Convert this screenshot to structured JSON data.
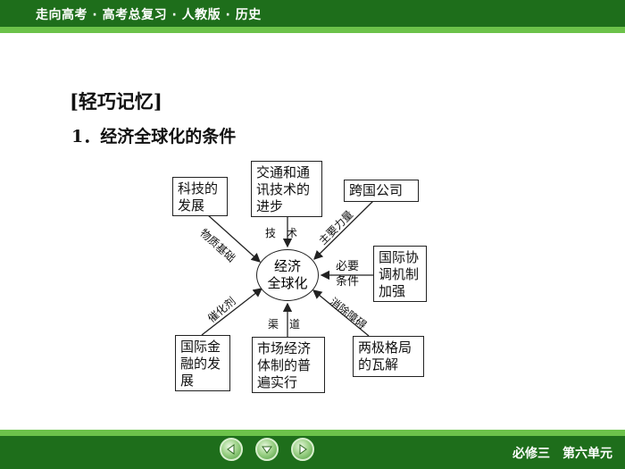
{
  "header": {
    "title": "走向高考 · 高考总复习 · 人教版 · 历史"
  },
  "content": {
    "section_label": "[轻巧记忆]",
    "heading": "1．经济全球化的条件"
  },
  "diagram": {
    "center": [
      "经济",
      "全球化"
    ],
    "nodes": {
      "tech_dev": "科技的\n发展",
      "transport": "交通和通\n讯技术的\n进步",
      "multinational": "跨国公司",
      "intl_coord": "国际协\n调机制\n加强",
      "intl_finance": "国际金\n融的发\n展",
      "market": "市场经济\n体制的普\n遍实行",
      "bipolar": "两极格局\n的瓦解"
    },
    "arrow_labels": {
      "material": "物质基础",
      "tech": "技　术",
      "main_force": "主要力量",
      "necessary": "必要\n条件",
      "catalyst": "催化剂",
      "channel": "渠　道",
      "remove": "消除障碍"
    }
  },
  "footer": {
    "text": "必修三　第六单元"
  },
  "nav": {
    "prev": "left-arrow-icon",
    "down": "down-arrow-icon",
    "next": "right-arrow-icon"
  },
  "colors": {
    "dark_green": "#1e6e1b",
    "light_green": "#6cc24a"
  }
}
